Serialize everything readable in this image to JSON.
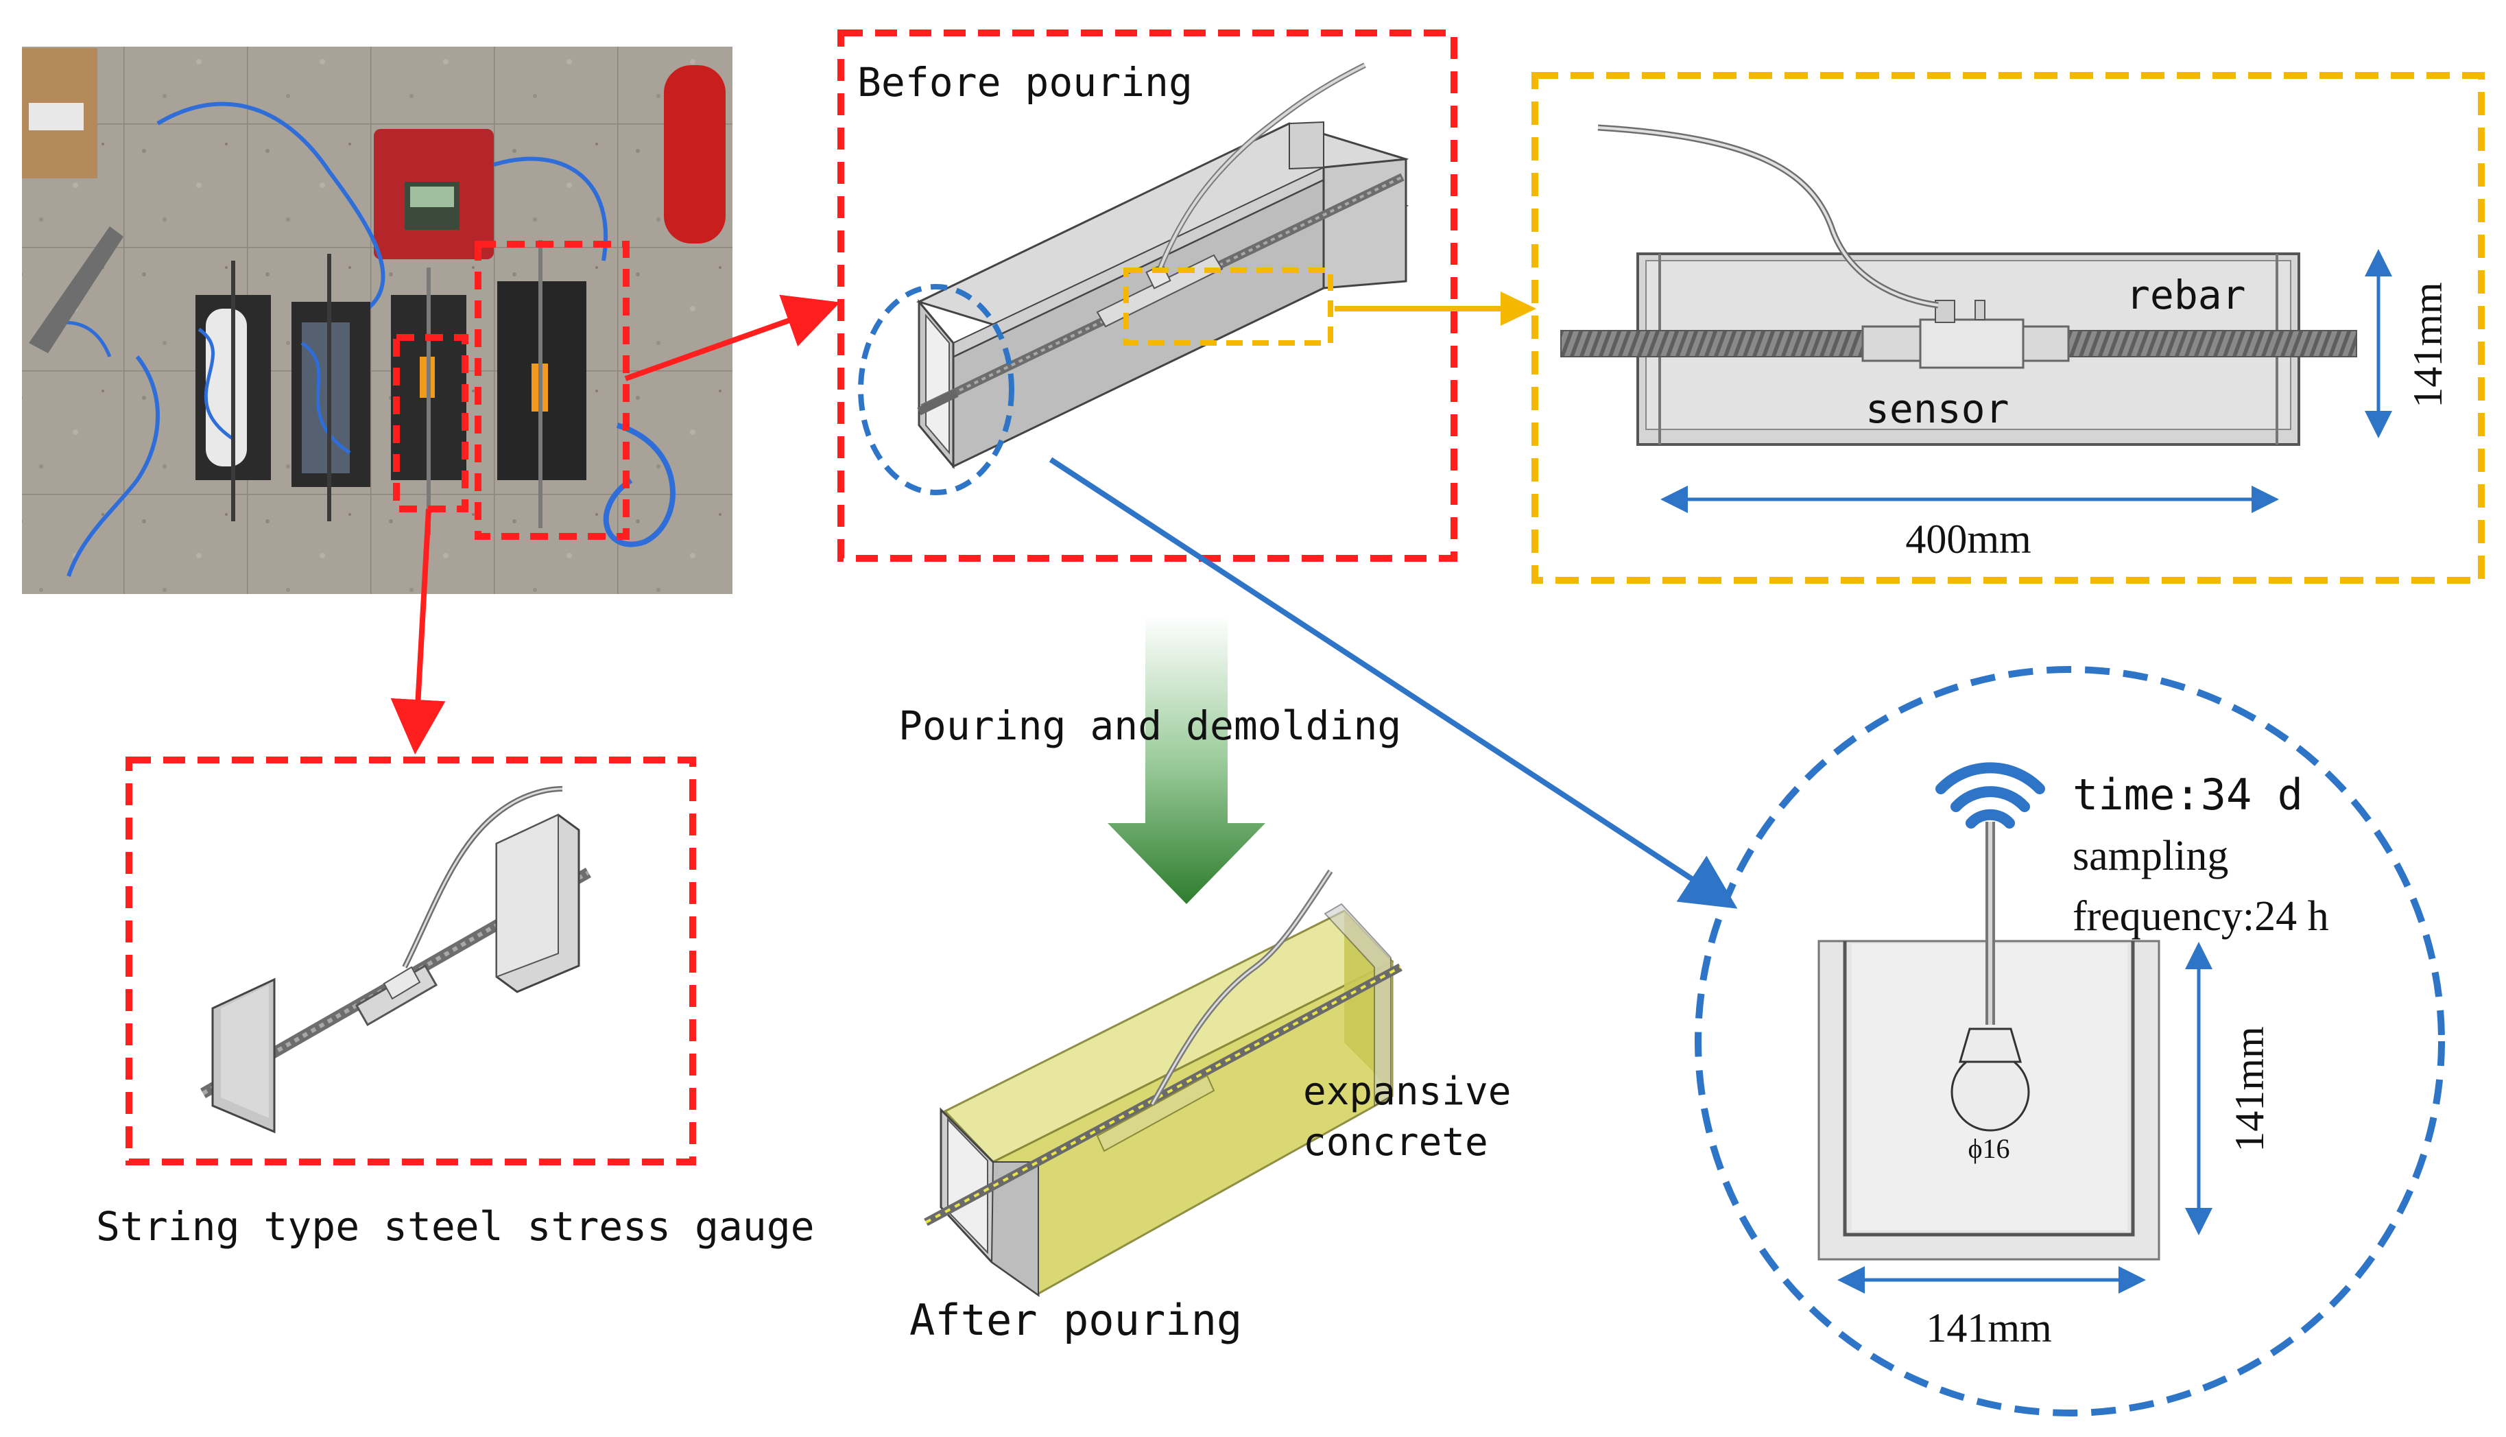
{
  "labels": {
    "before_pouring": "Before pouring",
    "pouring_demolding": "Pouring and demolding",
    "after_pouring": "After pouring",
    "gauge_caption": "String type steel stress gauge",
    "expansive_line1": "expansive",
    "expansive_line2": "concrete",
    "rebar": "rebar",
    "sensor": "sensor",
    "dim_height_side": "141mm",
    "dim_length": "400mm",
    "time": "time:34 d",
    "sampling": "sampling",
    "frequency": "frequency:24 h",
    "dim_height_section": "141mm",
    "dim_width_section": "141mm",
    "diameter": "ϕ16"
  },
  "colors": {
    "red": "#ff1f1f",
    "yellow": "#f5b800",
    "blue": "#2e75c8",
    "concrete": "#d9d84f",
    "green_arrow": "#2e8b2e",
    "steel": "#cfcfcf"
  },
  "icons": {
    "photo": "test-specimens-photo",
    "wifi": "wireless-signal-icon"
  }
}
